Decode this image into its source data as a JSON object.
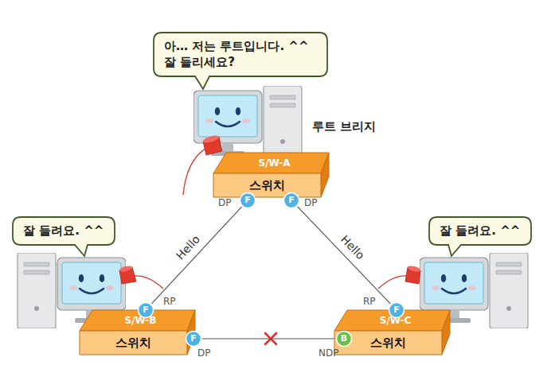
{
  "diagram": {
    "nodes": [
      {
        "text": [
          "아… 저는 루트입니다. ^^ 잘 들리세요?"
        ]
      },
      {
        "text": [
          "S/W-A",
          "스위치"
        ]
      },
      {
        "text": [
          "F"
        ]
      },
      {
        "text": [
          "F"
        ]
      },
      {
        "text": [
          "잘 들려요. ^^"
        ]
      },
      {
        "text": [
          "잘 들려요. ^^"
        ]
      },
      {
        "text": [
          "F"
        ]
      },
      {
        "text": [
          "F"
        ]
      },
      {
        "text": [
          "S/W-B",
          "스위치"
        ]
      },
      {
        "text": [
          "F"
        ]
      },
      {
        "text": [
          "B"
        ]
      },
      {
        "text": [
          "S/W-C",
          "스위치"
        ]
      }
    ],
    "edges": [
      {
        "from": 2,
        "to": 6,
        "label": "Hello",
        "arrow": "none"
      },
      {
        "from": 3,
        "to": 7,
        "label": "Hello",
        "arrow": "none"
      },
      {
        "from": 9,
        "to": 10,
        "arrow": "none"
      }
    ],
    "labels": [
      "루트 브리지",
      "DP",
      "DP",
      "RP",
      "RP",
      "DP",
      "NDP"
    ]
  }
}
